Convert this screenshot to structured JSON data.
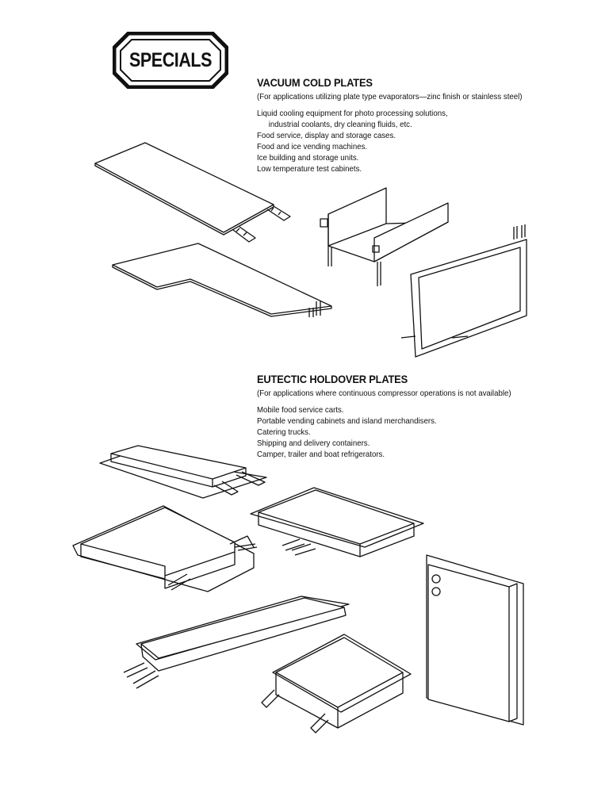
{
  "badge": {
    "label": "SPECIALS"
  },
  "vacuum": {
    "title": "VACUUM COLD PLATES",
    "subtitle": "(For applications utilizing plate type evaporators—zinc finish or stainless steel)",
    "applications": [
      "Liquid cooling equipment for photo processing solutions,",
      "industrial coolants, dry cleaning fluids, etc.",
      "Food service, display and storage cases.",
      "Food and ice vending machines.",
      "Ice building and storage units.",
      "Low temperature test cabinets."
    ]
  },
  "eutectic": {
    "title": "EUTECTIC HOLDOVER PLATES",
    "subtitle": "(For applications where continuous compressor operations is not available)",
    "applications": [
      "Mobile food service carts.",
      "Portable vending cabinets and island merchandisers.",
      "Catering trucks.",
      "Shipping and delivery containers.",
      "Camper, trailer and boat refrigerators."
    ]
  }
}
